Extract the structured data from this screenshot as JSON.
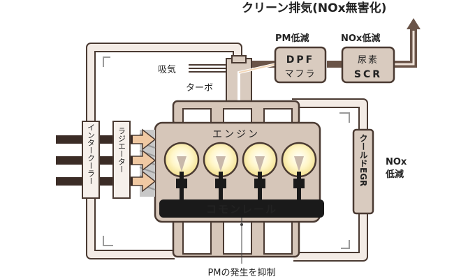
{
  "title": "クリーン排気(NOx無害化)",
  "labels": {
    "intake": "吸気",
    "turbo": "ターボ",
    "pm_reduction": "PM低減",
    "nox_reduction_top": "NOx低減",
    "dpf_line1": "DPF",
    "dpf_line2": "マフラ",
    "scr_line1": "尿素",
    "scr_line2": "SCR",
    "intercooler": "インタークーラー",
    "radiator": "ラジエーター",
    "engine": "エンジン",
    "common_rail": "コモンレール",
    "cooled_egr": "クールドEGR",
    "nox_right_line1": "NOx",
    "nox_right_line2": "低減",
    "pm_suppression": "PMの発生を抑制"
  },
  "colors": {
    "title": "#a88a7c",
    "pipe_fill": "#f3ebe5",
    "pipe_outline": "#4a3a32",
    "engine_fill": "#d6c6b9",
    "component_fill": "#d9cbbf",
    "common_rail": "#1a1a1a",
    "exhaust_path": "#6a5448",
    "cooler_fill": "#f6f0eb",
    "arrow_fill": "#f0c9a3",
    "glow": "#fff6c8"
  },
  "icons": [
    "flow-arrow-icon",
    "injector-glow-icon",
    "exhaust-arrow-icon"
  ]
}
